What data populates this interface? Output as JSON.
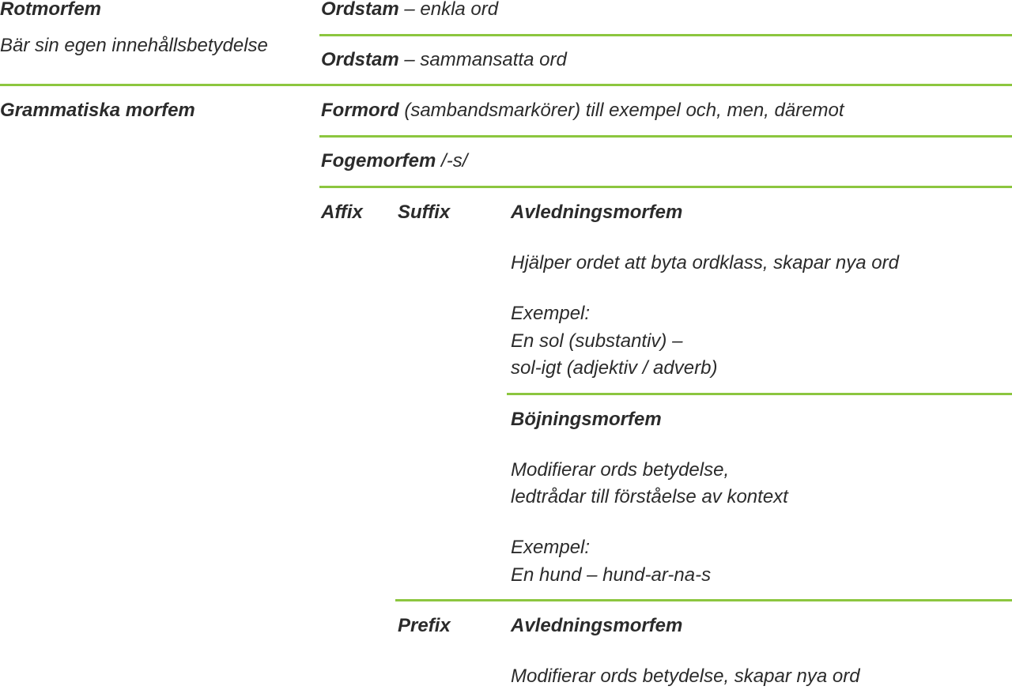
{
  "colors": {
    "accent_rule": "#8cc63f",
    "text": "#2b2b2b"
  },
  "rotmorfem": {
    "heading": "Rotmorfem",
    "description": "Bär sin egen innehållsbetydelse",
    "ordstam_enkla": {
      "term": "Ordstam",
      "rest": " – enkla ord"
    },
    "ordstam_sammansatta": {
      "term": "Ordstam",
      "rest": " – sammansatta ord"
    }
  },
  "grammatiska": {
    "heading": "Grammatiska morfem",
    "formord": {
      "term": "Formord",
      "rest": " (sambandsmarkörer) till exempel och, men, däremot"
    },
    "fogemorfem": {
      "term": "Fogemorfem",
      "rest": " /-s/"
    },
    "affix": {
      "label": "Affix",
      "suffix": {
        "label": "Suffix",
        "avledning": {
          "heading": "Avledningsmorfem",
          "description": "Hjälper ordet att byta ordklass, skapar nya ord",
          "example_label": "Exempel:",
          "example_line1": "En sol (substantiv) –",
          "example_line2": "sol-igt (adjektiv / adverb)"
        },
        "bojning": {
          "heading": "Böjningsmorfem",
          "description_line1": "Modifierar ords betydelse,",
          "description_line2": "ledtrådar till förståelse av kontext",
          "example_label": "Exempel:",
          "example_line1": "En hund – hund-ar-na-s"
        }
      },
      "prefix": {
        "label": "Prefix",
        "avledning": {
          "heading": "Avledningsmorfem",
          "description": "Modifierar ords betydelse, skapar nya ord"
        }
      }
    }
  }
}
